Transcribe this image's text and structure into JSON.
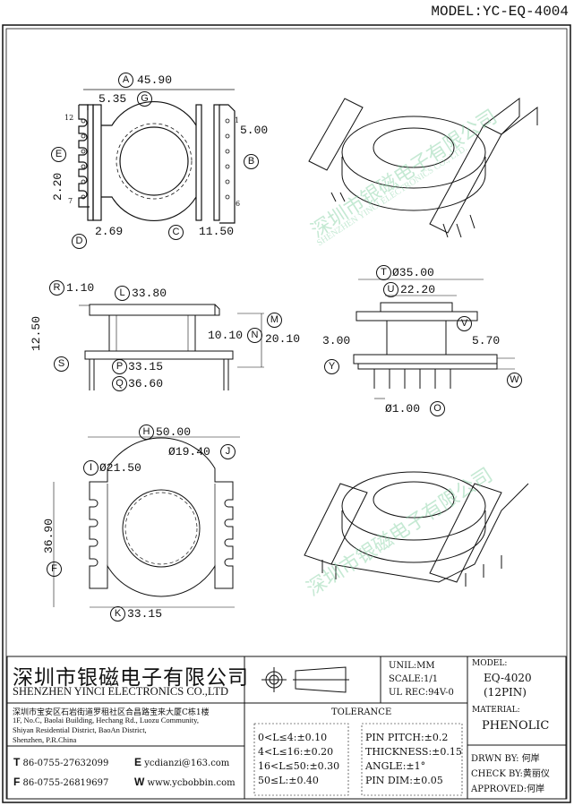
{
  "header": {
    "model_code": "MODEL:YC-EQ-4004"
  },
  "watermark": {
    "cn": "深圳市银磁电子有限公司",
    "en": "SHENZHEN YINCI ELECTRONICS CO., LTD."
  },
  "top_view": {
    "dims": [
      {
        "letter": "A",
        "value": "45.90"
      },
      {
        "letter": "G",
        "value": "5.35"
      },
      {
        "letter": "B",
        "value": "5.00"
      },
      {
        "letter": "E",
        "value": "2.20"
      },
      {
        "letter": "D",
        "value": "2.69"
      },
      {
        "letter": "C",
        "value": "11.50"
      }
    ],
    "pin_numbers": [
      "12",
      "1",
      "7",
      "6"
    ]
  },
  "side_view": {
    "dims": [
      {
        "letter": "R",
        "value": "1.10"
      },
      {
        "letter": "L",
        "value": "33.80"
      },
      {
        "letter": "M",
        "value": "20.10"
      },
      {
        "letter": "N",
        "value": "10.10"
      },
      {
        "letter": "S",
        "value": "12.50"
      },
      {
        "letter": "P",
        "value": "33.15"
      },
      {
        "letter": "Q",
        "value": "36.60"
      }
    ]
  },
  "front_view": {
    "dims": [
      {
        "letter": "T",
        "value": "Ø35.00"
      },
      {
        "letter": "U",
        "value": "22.20"
      },
      {
        "letter": "Y",
        "value": "3.00"
      },
      {
        "letter": "V",
        "value": "5.70"
      },
      {
        "letter": "W",
        "value": ""
      },
      {
        "letter": "O",
        "value": "Ø1.00"
      }
    ]
  },
  "bottom_view": {
    "dims": [
      {
        "letter": "H",
        "value": "50.00"
      },
      {
        "letter": "J",
        "value": "Ø19.40"
      },
      {
        "letter": "I",
        "value": "Ø21.50"
      },
      {
        "letter": "F",
        "value": "36.90"
      },
      {
        "letter": "K",
        "value": "33.15"
      }
    ]
  },
  "title_block": {
    "company_cn": "深圳市银磁电子有限公司",
    "company_en": "SHENZHEN YINCI ELECTRONICS CO.,LTD",
    "address": [
      "深圳市宝安区石岩街道罗租社区合昌路宝来大厦C栋1楼",
      "1F, No.C, Baolai Building, Hechang Rd., Luozu Community,",
      "Shiyan Residential District, BaoAn District,",
      "Shenzhen, P.R.China"
    ],
    "contacts": [
      {
        "key": "T",
        "value": "86-0755-27632099"
      },
      {
        "key": "E",
        "value": "ycdianzi@163.com"
      },
      {
        "key": "F",
        "value": "86-0755-26819697"
      },
      {
        "key": "W",
        "value": "www.ycbobbin.com"
      }
    ],
    "unit": "UNIL:MM",
    "scale": "SCALE:1/1",
    "ul_rec": "UL REC:94V-0",
    "model_label": "MODEL:",
    "model_value": "EQ-4020",
    "model_pins": "(12PIN)",
    "material_label": "MATERIAL:",
    "material_value": "PHENOLIC",
    "tolerance_title": "TOLERANCE",
    "tolerance_length": [
      "0<L≤4:±0.10",
      "4<L≤16:±0.20",
      "16<L≤50:±0.30",
      "50≤L:±0.40"
    ],
    "tolerance_other": [
      "PIN PITCH:±0.2",
      "THICKNESS:±0.15",
      "ANGLE:±1°",
      "PIN DIM:±0.05"
    ],
    "drawn_by": "DRWN BY: 何岸",
    "check_by": "CHECK BY:黄丽仪",
    "approved": "APPROVED:何岸"
  }
}
